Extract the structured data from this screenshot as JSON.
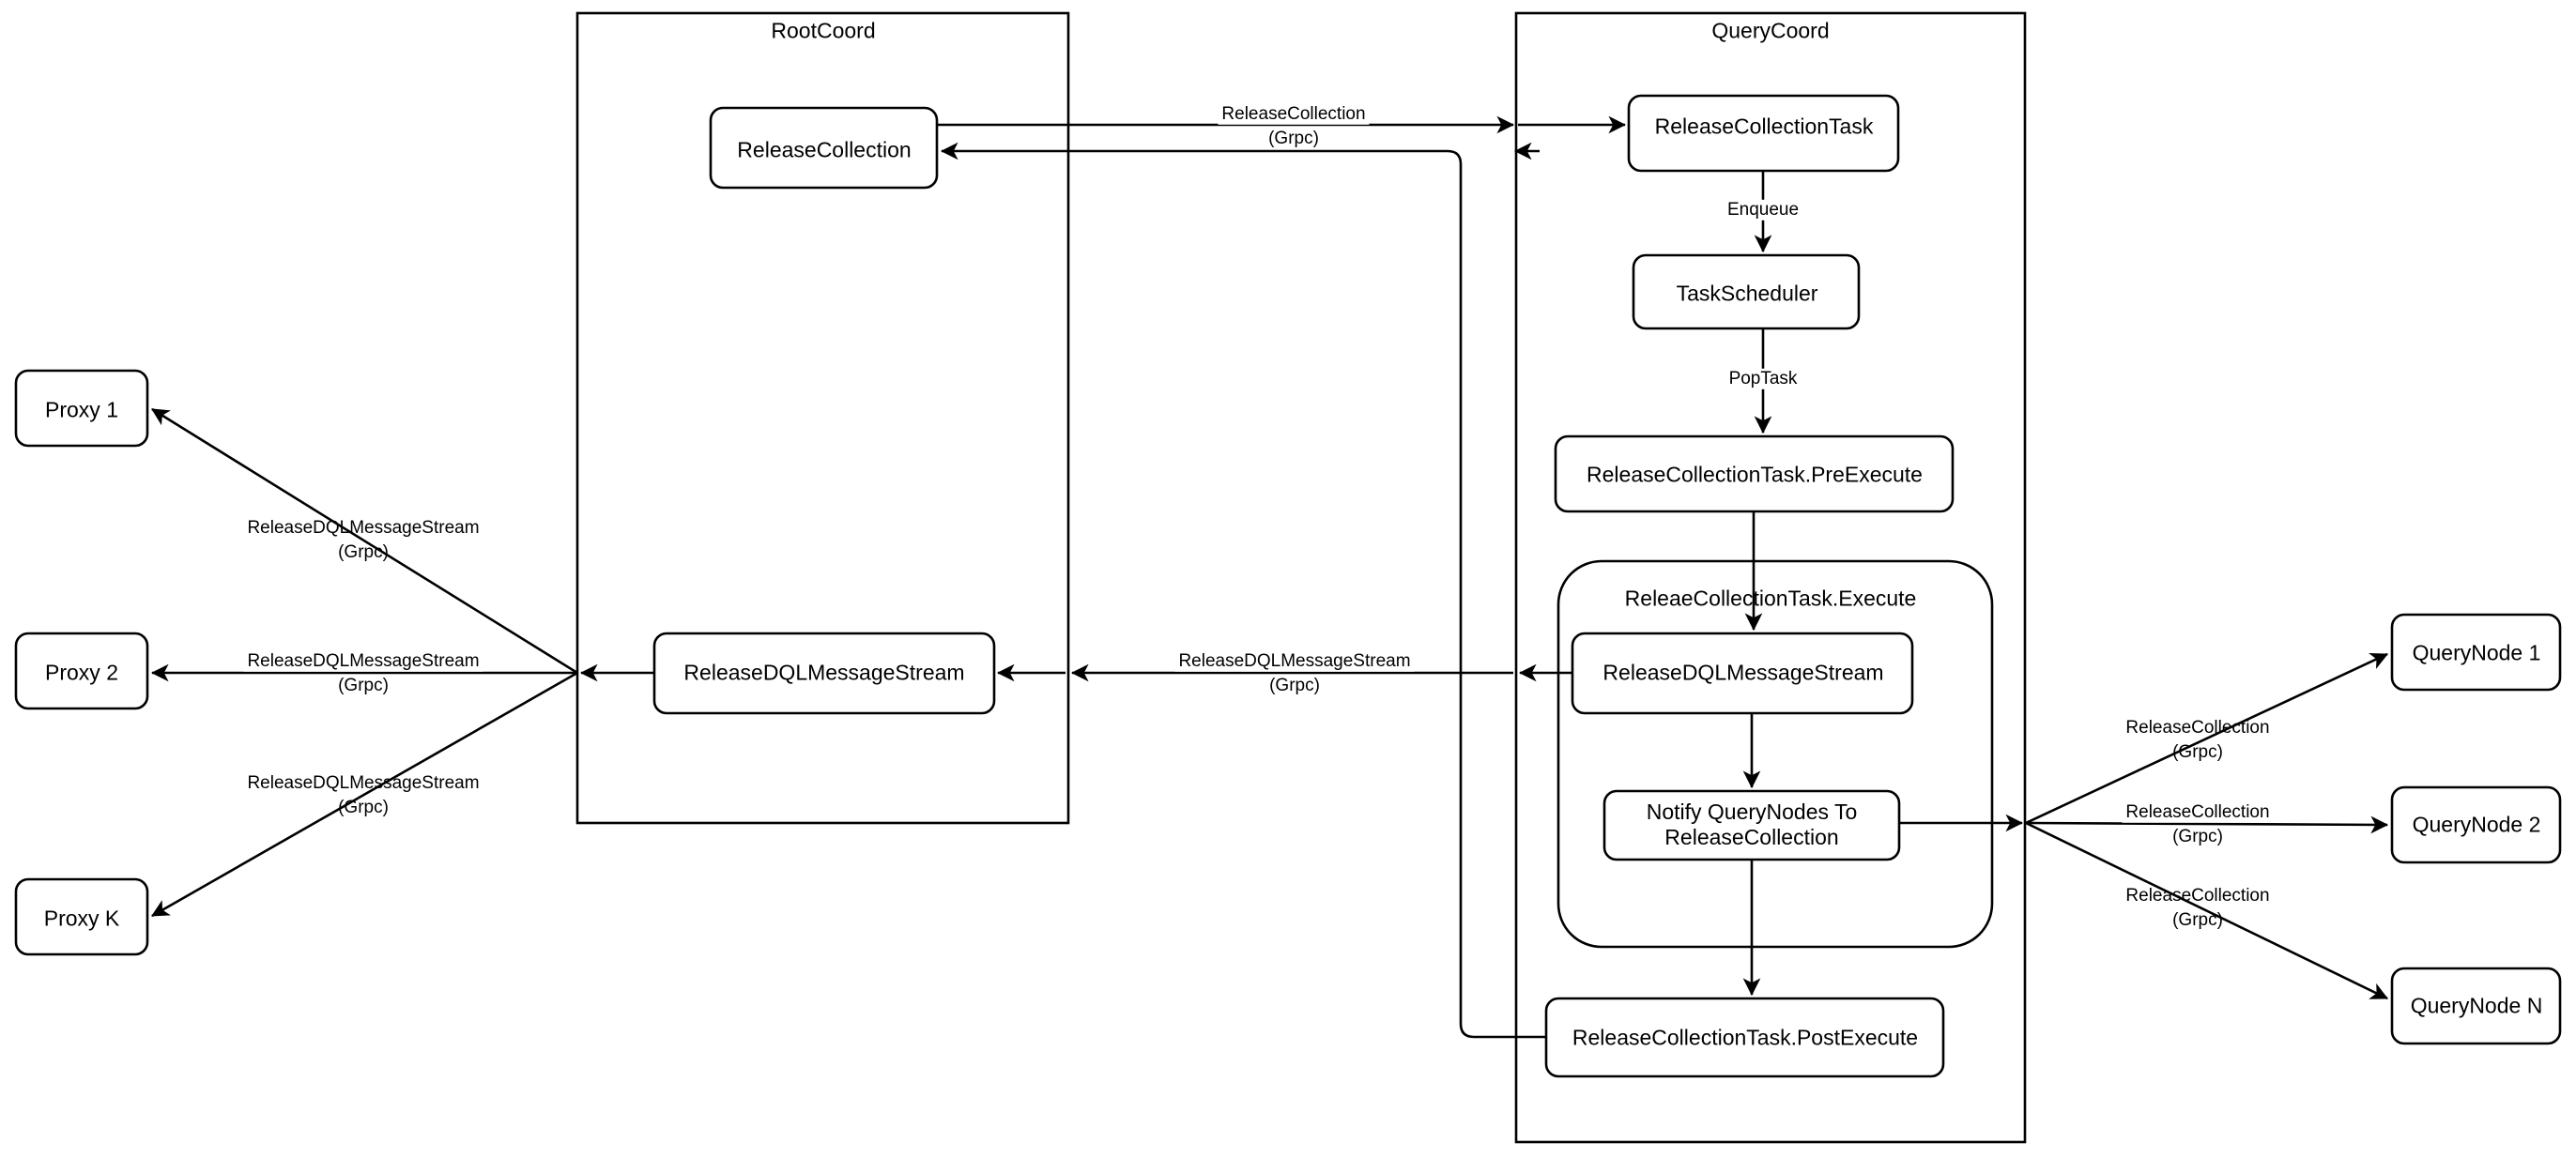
{
  "diagram": {
    "title": "ReleaseCollection flow",
    "stroke_color": "#000000",
    "fill_color": "#ffffff",
    "groups": [
      {
        "id": "rootcoord",
        "label": "RootCoord"
      },
      {
        "id": "querycoord",
        "label": "QueryCoord"
      },
      {
        "id": "execute",
        "label": "ReleaeCollectionTask.Execute"
      }
    ],
    "nodes": [
      {
        "id": "proxy1",
        "label": "Proxy 1"
      },
      {
        "id": "proxy2",
        "label": "Proxy 2"
      },
      {
        "id": "proxyk",
        "label": "Proxy K"
      },
      {
        "id": "rc_releasecollection",
        "label": "ReleaseCollection"
      },
      {
        "id": "rc_releasedqlmessagestream",
        "label": "ReleaseDQLMessageStream"
      },
      {
        "id": "qc_releasecollectiontask",
        "label": "ReleaseCollectionTask"
      },
      {
        "id": "qc_taskscheduler",
        "label": "TaskScheduler"
      },
      {
        "id": "qc_preexecute",
        "label": "ReleaseCollectionTask.PreExecute"
      },
      {
        "id": "qc_releasedqlmessagestream",
        "label": "ReleaseDQLMessageStream"
      },
      {
        "id": "qc_notify",
        "label": "Notify QueryNodes To\nReleaseCollection"
      },
      {
        "id": "qc_postexecute",
        "label": "ReleaseCollectionTask.PostExecute"
      },
      {
        "id": "querynode1",
        "label": "QueryNode 1"
      },
      {
        "id": "querynode2",
        "label": "QueryNode 2"
      },
      {
        "id": "querynoden",
        "label": "QueryNode N"
      }
    ],
    "edges": [
      {
        "id": "e_rc_to_qc",
        "label": "ReleaseCollection\n(Grpc)",
        "from": "rc_releasecollection",
        "to": "qc_releasecollectiontask"
      },
      {
        "id": "e_post_to_rc",
        "label": "",
        "from": "qc_postexecute",
        "to": "rc_releasecollection"
      },
      {
        "id": "e_enqueue",
        "label": "Enqueue",
        "from": "qc_releasecollectiontask",
        "to": "qc_taskscheduler"
      },
      {
        "id": "e_poptask",
        "label": "PopTask",
        "from": "qc_taskscheduler",
        "to": "qc_preexecute"
      },
      {
        "id": "e_pre_to_exec",
        "label": "",
        "from": "qc_preexecute",
        "to": "qc_releasedqlmessagestream"
      },
      {
        "id": "e_dql_to_notify",
        "label": "",
        "from": "qc_releasedqlmessagestream",
        "to": "qc_notify"
      },
      {
        "id": "e_notify_to_post",
        "label": "",
        "from": "qc_notify",
        "to": "qc_postexecute"
      },
      {
        "id": "e_qc_dql_to_rc_dql",
        "label": "ReleaseDQLMessageStream\n(Grpc)",
        "from": "qc_releasedqlmessagestream",
        "to": "rc_releasedqlmessagestream"
      },
      {
        "id": "e_rc_dql_to_proxy1",
        "label": "ReleaseDQLMessageStream\n(Grpc)",
        "from": "rc_releasedqlmessagestream",
        "to": "proxy1"
      },
      {
        "id": "e_rc_dql_to_proxy2",
        "label": "ReleaseDQLMessageStream\n(Grpc)",
        "from": "rc_releasedqlmessagestream",
        "to": "proxy2"
      },
      {
        "id": "e_rc_dql_to_proxyk",
        "label": "ReleaseDQLMessageStream\n(Grpc)",
        "from": "rc_releasedqlmessagestream",
        "to": "proxyk"
      },
      {
        "id": "e_notify_to_qn1",
        "label": "ReleaseCollection\n(Grpc)",
        "from": "qc_notify",
        "to": "querynode1"
      },
      {
        "id": "e_notify_to_qn2",
        "label": "ReleaseCollection\n(Grpc)",
        "from": "qc_notify",
        "to": "querynode2"
      },
      {
        "id": "e_notify_to_qnn",
        "label": "ReleaseCollection\n(Grpc)",
        "from": "qc_notify",
        "to": "querynoden"
      }
    ],
    "edge_labels": {
      "rc_to_qc_line1": "ReleaseCollection",
      "rc_to_qc_line2": "(Grpc)",
      "enqueue": "Enqueue",
      "poptask": "PopTask",
      "dql_mid_line1": "ReleaseDQLMessageStream",
      "dql_mid_line2": "(Grpc)",
      "dql_proxy1_line1": "ReleaseDQLMessageStream",
      "dql_proxy1_line2": "(Grpc)",
      "dql_proxy2_line1": "ReleaseDQLMessageStream",
      "dql_proxy2_line2": "(Grpc)",
      "dql_proxyk_line1": "ReleaseDQLMessageStream",
      "dql_proxyk_line2": "(Grpc)",
      "qn1_line1": "ReleaseCollection",
      "qn1_line2": "(Grpc)",
      "qn2_line1": "ReleaseCollection",
      "qn2_line2": "(Grpc)",
      "qnn_line1": "ReleaseCollection",
      "qnn_line2": "(Grpc)"
    }
  }
}
